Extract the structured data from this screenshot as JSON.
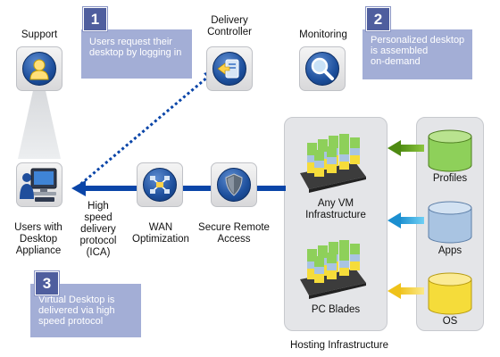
{
  "nodes": {
    "support": "Support",
    "delivery_controller": [
      "Delivery",
      "Controller"
    ],
    "monitoring": "Monitoring",
    "users": [
      "Users with",
      "Desktop",
      "Appliance"
    ],
    "wan": [
      "WAN",
      "Optimization"
    ],
    "secure_remote": [
      "Secure Remote",
      "Access"
    ],
    "any_vm": [
      "Any VM",
      "Infrastructure"
    ],
    "pc_blades": "PC Blades",
    "profiles": "Profiles",
    "apps": "Apps",
    "os": "OS",
    "hosting": "Hosting Infrastructure",
    "protocol": [
      "High",
      "speed",
      "delivery",
      "protocol",
      "(ICA)"
    ]
  },
  "callouts": [
    {
      "number": "1",
      "lines": [
        "Users request their",
        "desktop by logging in"
      ]
    },
    {
      "number": "2",
      "lines": [
        "Personalized desktop",
        "is assembled",
        "on-demand"
      ]
    },
    {
      "number": "3",
      "lines": [
        "Virtual Desktop is",
        "delivered via high",
        "speed protocol"
      ]
    }
  ],
  "colors": {
    "callout_bg": "#a3aed6",
    "badge_bg": "#4f5e9e",
    "connector_blue": "#0a45a8",
    "arrow_green": "#6ca81e",
    "arrow_blue": "#22aee8",
    "arrow_yellow": "#f3cf2a",
    "panel_bg": "#e4e5e8",
    "cyl_green": "#8ed05a",
    "cyl_blue": "#a9c4e2",
    "cyl_yellow": "#f5dc3a"
  },
  "icons": {
    "support": "person-icon",
    "delivery_controller": "delivery-controller-icon",
    "monitoring": "magnifier-icon",
    "users": "computer-user-icon",
    "wan": "network-nodes-icon",
    "secure_remote": "shield-icon",
    "any_vm": "server-stack-icon",
    "pc_blades": "server-stack-icon",
    "profiles": "database-icon",
    "apps": "database-icon",
    "os": "database-icon"
  }
}
